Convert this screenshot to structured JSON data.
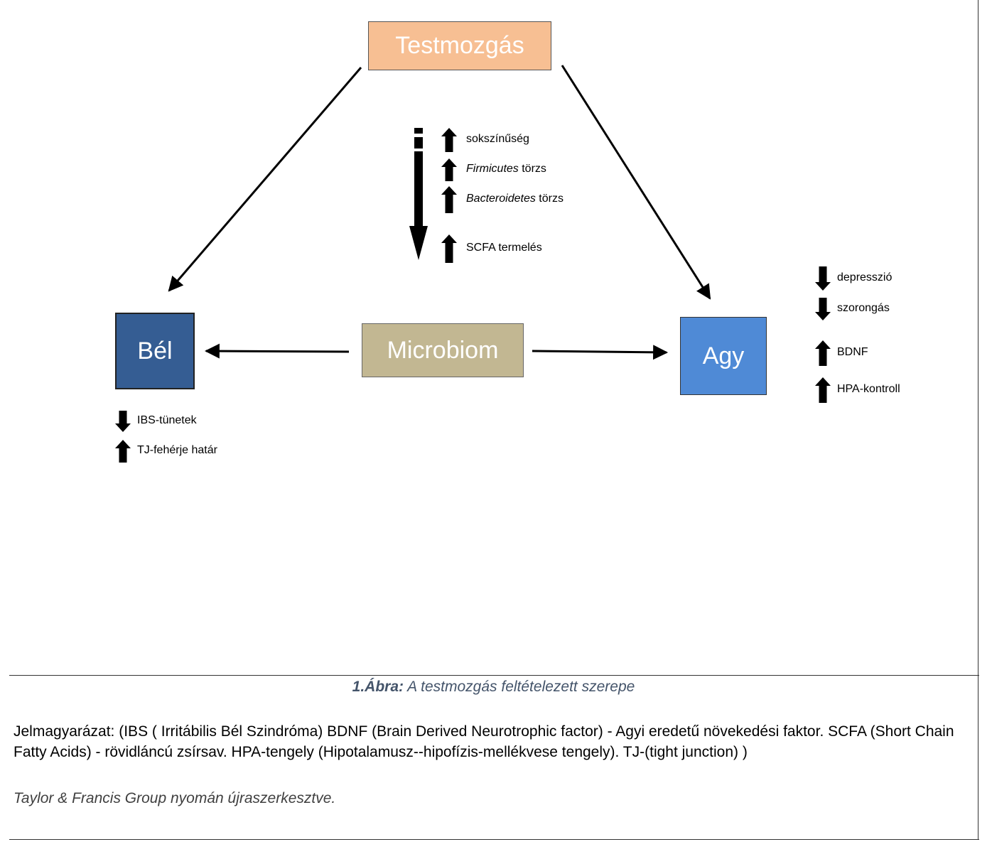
{
  "nodes": {
    "testmozgas": "Testmozgás",
    "bel": "Bél",
    "microbiom": "Microbiom",
    "agy": "Agy"
  },
  "microbiome_effects": [
    {
      "direction": "up",
      "text": "sokszínűség"
    },
    {
      "direction": "up",
      "italic": "Firmicutes",
      "text": " törzs"
    },
    {
      "direction": "up",
      "italic": "Bacteroidetes",
      "text": " törzs"
    },
    {
      "direction": "up",
      "text": "SCFA termelés"
    }
  ],
  "brain_effects": [
    {
      "direction": "down",
      "text": "depresszió"
    },
    {
      "direction": "down",
      "text": "szorongás"
    },
    {
      "direction": "up",
      "text": "BDNF"
    },
    {
      "direction": "up",
      "text": "HPA-kontroll"
    }
  ],
  "gut_effects": [
    {
      "direction": "down",
      "text": "IBS-tünetek"
    },
    {
      "direction": "up",
      "text": "TJ-fehérje határ"
    }
  ],
  "caption": {
    "label": "1.Ábra:",
    "text": " A testmozgás feltételezett szerepe"
  },
  "legend_text": "Jelmagyarázat: (IBS ( Irritábilis Bél Szindróma) BDNF (Brain Derived Neurotrophic factor) - Agyi eredetű növekedési faktor. SCFA (Short Chain Fatty Acids) - rövidláncú zsírsav. HPA-tengely  (Hipotalamusz--hipofízis-mellékvese tengely). TJ-(tight junction) )",
  "source_text": "Taylor & Francis Group nyomán újraszerkesztve.",
  "colors": {
    "testmozgas": "#f7bf93",
    "bel": "#355d93",
    "microbiom": "#c2b792",
    "agy": "#4f8ad6",
    "caption": "#44546a"
  }
}
